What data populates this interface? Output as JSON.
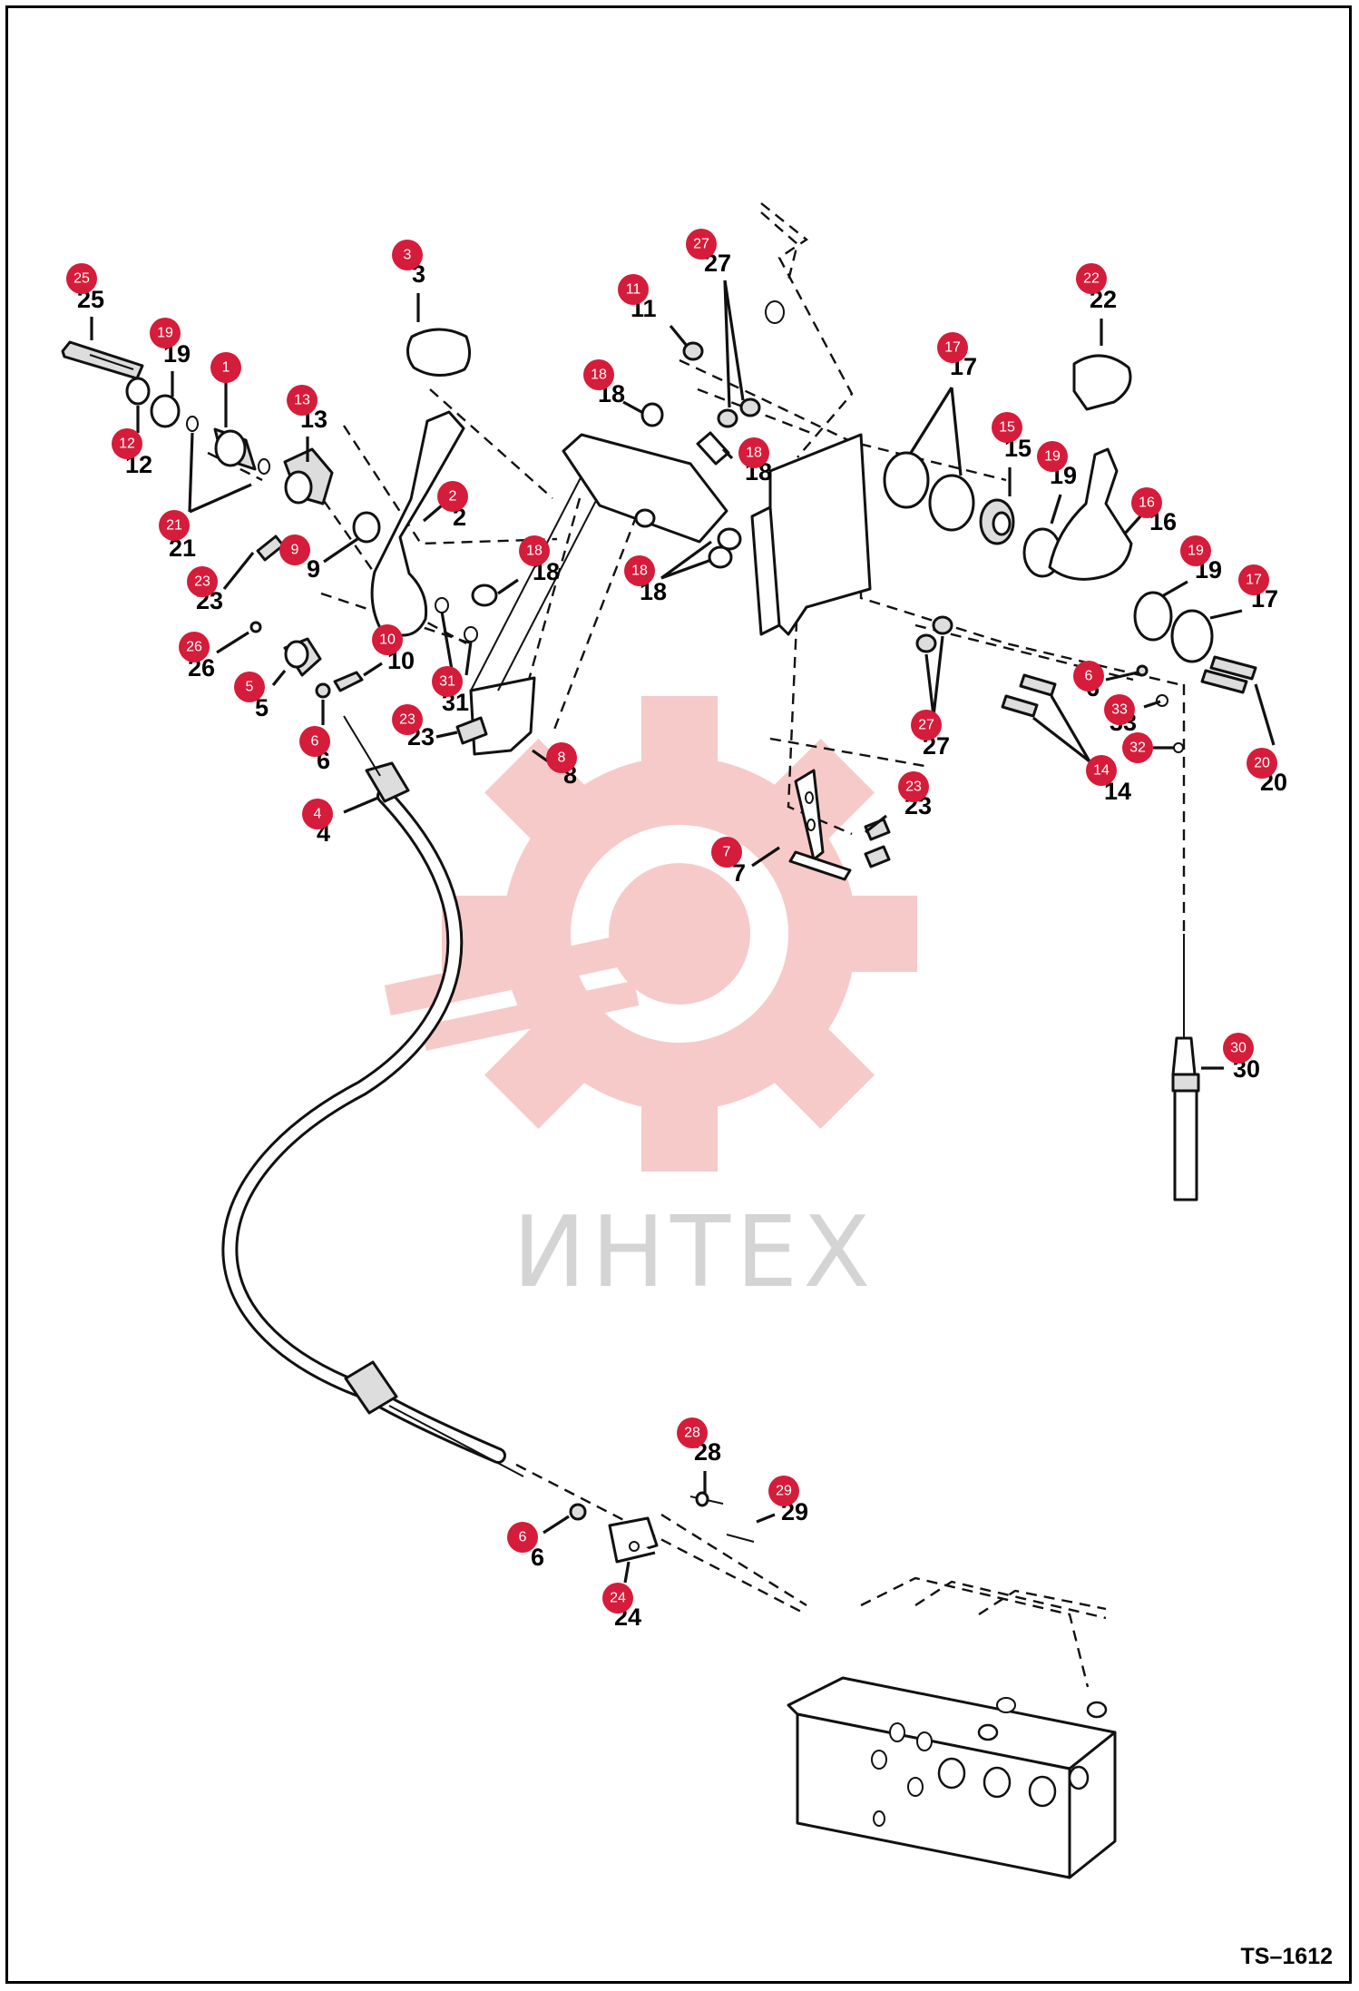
{
  "figure_code": "TS–1612",
  "watermark_text": "ИНТЕХ",
  "callouts": [
    {
      "id": "25",
      "label": "25"
    },
    {
      "id": "19a",
      "label": "19"
    },
    {
      "id": "1",
      "label": "1"
    },
    {
      "id": "12",
      "label": "12"
    },
    {
      "id": "13",
      "label": "13"
    },
    {
      "id": "21",
      "label": "21"
    },
    {
      "id": "23a",
      "label": "23"
    },
    {
      "id": "9",
      "label": "9"
    },
    {
      "id": "26",
      "label": "26"
    },
    {
      "id": "3",
      "label": "3"
    },
    {
      "id": "2",
      "label": "2"
    },
    {
      "id": "18a",
      "label": "18"
    },
    {
      "id": "10",
      "label": "10"
    },
    {
      "id": "5",
      "label": "5"
    },
    {
      "id": "31",
      "label": "31"
    },
    {
      "id": "6a",
      "label": "6"
    },
    {
      "id": "23b",
      "label": "23"
    },
    {
      "id": "8",
      "label": "8"
    },
    {
      "id": "4",
      "label": "4"
    },
    {
      "id": "18b",
      "label": "18"
    },
    {
      "id": "18c",
      "label": "18"
    },
    {
      "id": "18d",
      "label": "18"
    },
    {
      "id": "11",
      "label": "11"
    },
    {
      "id": "27a",
      "label": "27"
    },
    {
      "id": "17a",
      "label": "17"
    },
    {
      "id": "15",
      "label": "15"
    },
    {
      "id": "19b",
      "label": "19"
    },
    {
      "id": "22",
      "label": "22"
    },
    {
      "id": "16",
      "label": "16"
    },
    {
      "id": "19c",
      "label": "19"
    },
    {
      "id": "17b",
      "label": "17"
    },
    {
      "id": "27b",
      "label": "27"
    },
    {
      "id": "6b",
      "label": "6"
    },
    {
      "id": "33",
      "label": "33"
    },
    {
      "id": "32",
      "label": "32"
    },
    {
      "id": "14",
      "label": "14"
    },
    {
      "id": "20",
      "label": "20"
    },
    {
      "id": "23c",
      "label": "23"
    },
    {
      "id": "7",
      "label": "7"
    },
    {
      "id": "30",
      "label": "30"
    },
    {
      "id": "28",
      "label": "28"
    },
    {
      "id": "29",
      "label": "29"
    },
    {
      "id": "6c",
      "label": "6"
    },
    {
      "id": "24",
      "label": "24"
    }
  ]
}
